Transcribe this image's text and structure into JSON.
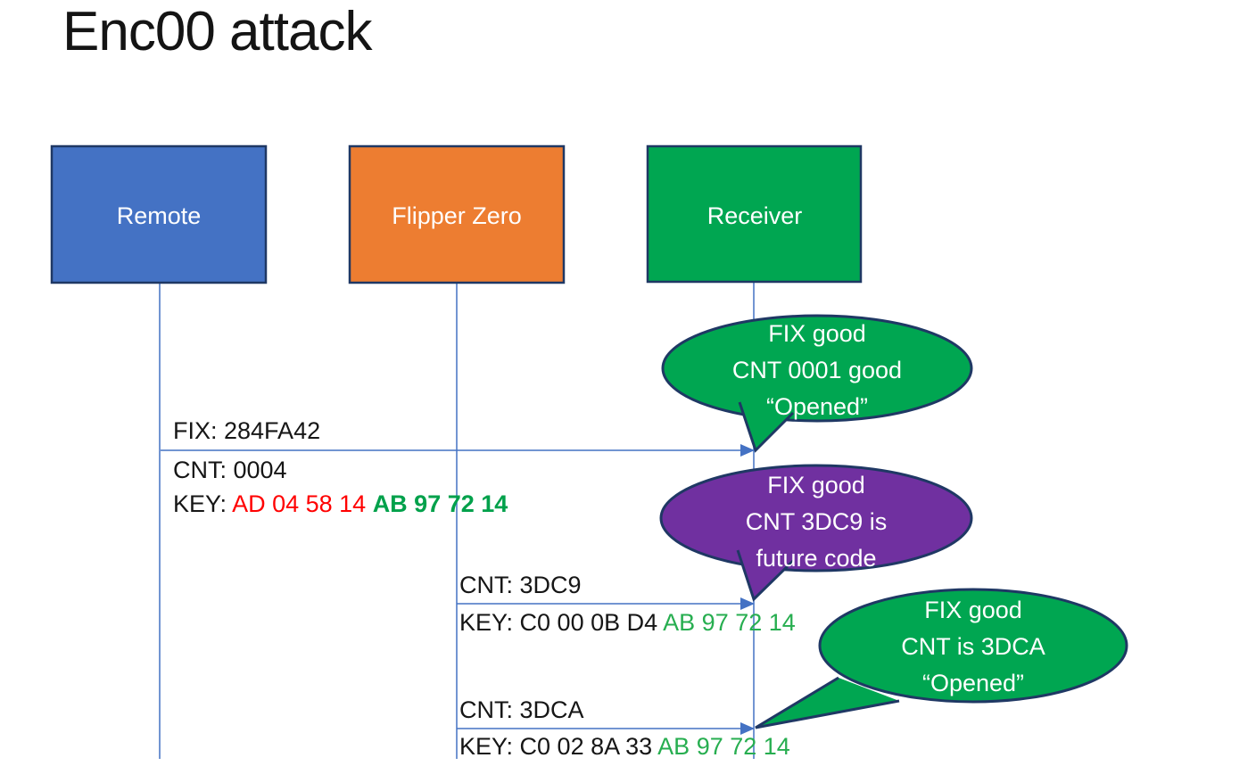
{
  "title": "Enc00 attack",
  "actors": [
    {
      "id": "remote",
      "label": "Remote",
      "fill": "#4472C4"
    },
    {
      "id": "flipper-zero",
      "label": "Flipper Zero",
      "fill": "#ED7D31"
    },
    {
      "id": "receiver",
      "label": "Receiver",
      "fill": "#00A651"
    }
  ],
  "messages": [
    {
      "from": "Remote",
      "to": "Receiver",
      "fix": "FIX: 284FA42",
      "cnt": "CNT: 0004",
      "key_label": "KEY: ",
      "key_red": "AD 04 58 14 ",
      "key_green": "AB 97 72 14"
    },
    {
      "from": "Flipper Zero",
      "to": "Receiver",
      "cnt": "CNT: 3DC9",
      "key_label": "KEY: C0 00 0B D4 ",
      "key_green": "AB 97 72 14"
    },
    {
      "from": "Flipper Zero",
      "to": "Receiver",
      "cnt": "CNT: 3DCA",
      "key_label": "KEY: C0 02 8A 33 ",
      "key_green": "AB 97 72 14"
    }
  ],
  "callouts": [
    {
      "fill": "#00A651",
      "lines": [
        "FIX good",
        "CNT 0001 good",
        "“Opened”"
      ]
    },
    {
      "fill": "#7030A0",
      "lines": [
        "FIX good",
        "CNT 3DC9 is",
        "future code"
      ]
    },
    {
      "fill": "#00A651",
      "lines": [
        "FIX good",
        "CNT is 3DCA",
        "“Opened”"
      ]
    }
  ],
  "colors": {
    "connector": "#4472C4",
    "outline": "#1F3864",
    "red_text": "#FF0000",
    "green_text_bold": "#00A14B",
    "green_text": "#27AE50"
  }
}
